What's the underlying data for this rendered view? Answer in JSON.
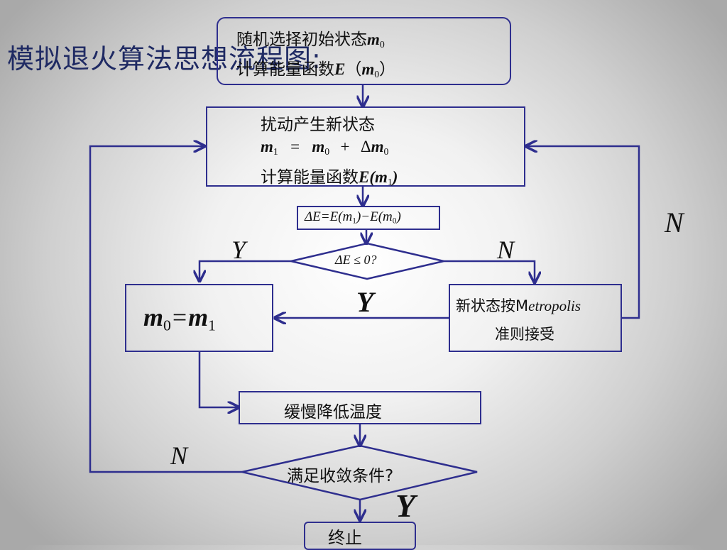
{
  "title": "模拟退火算法思想流程图:",
  "nodes": {
    "init": {
      "line1_prefix": "随机选择初始状态",
      "line1_var": "m",
      "line1_sub": "0",
      "line2_prefix": "计算能量函数",
      "line2_E": "E",
      "line2_open": "（",
      "line2_var": "m",
      "line2_sub": "0",
      "line2_close": "）"
    },
    "perturb": {
      "line1": "扰动产生新状态",
      "eq_lhs_var": "m",
      "eq_lhs_sub": "1",
      "eq_op": "=",
      "eq_r1_var": "m",
      "eq_r1_sub": "0",
      "eq_plus": "+",
      "eq_delta": "Δ",
      "eq_r2_var": "m",
      "eq_r2_sub": "0",
      "line3_prefix": "计算能量函数",
      "line3_func": "E(m",
      "line3_sub": "1",
      "line3_close": ")"
    },
    "delta": {
      "prefix": "ΔE=E(m",
      "sub1": "1",
      "mid": ")−E(m",
      "sub2": "0",
      "close": ")"
    },
    "decision1": {
      "text": "ΔE ≤ 0?"
    },
    "accept": {
      "lhs_var": "m",
      "lhs_sub": "0",
      "op": "=",
      "rhs_var": "m",
      "rhs_sub": "1"
    },
    "metropolis": {
      "line1_prefix": "新状态按",
      "line1_mchar": "M",
      "line1_rest": "etropolis",
      "line2": "准则接受"
    },
    "cool": {
      "text": "缓慢降低温度"
    },
    "decision2": {
      "text": "满足收敛条件?"
    },
    "end": {
      "text": "终止"
    }
  },
  "edge_labels": {
    "d1_yes": "Y",
    "d1_no": "N",
    "metropolis_yes": "Y",
    "metropolis_no": "N",
    "d2_no": "N",
    "d2_yes": "Y"
  },
  "colors": {
    "line": "#2e2e8e",
    "title": "#1f2a63"
  }
}
